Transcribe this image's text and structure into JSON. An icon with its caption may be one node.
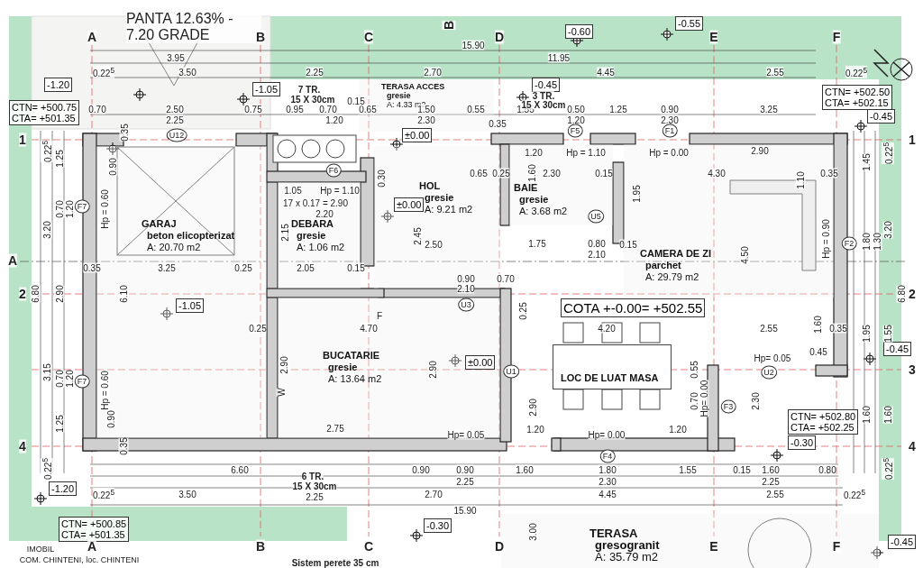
{
  "diagram": {
    "nodes": [
      {
        "text": [
          "TERASA ACCES",
          "gresie",
          "A: 4.33 m2"
        ]
      },
      {
        "text": [
          "GARAJ",
          "beton elicopterizat",
          "A: 20.70 m2"
        ]
      },
      {
        "text": [
          "DEBARA",
          "gresie",
          "A: 1.06 m2"
        ]
      },
      {
        "text": [
          "HOL",
          "gresie",
          "A: 9.21 m2"
        ]
      },
      {
        "text": [
          "BAIE",
          "gresie",
          "A: 3.68 m2"
        ]
      },
      {
        "text": [
          "CAMERA DE ZI",
          "parchet",
          "A: 29.79 m2"
        ]
      },
      {
        "text": [
          "BUCATARIE",
          "gresie",
          "A: 13.64 m2"
        ]
      },
      {
        "text": [
          "LOC DE LUAT MASA"
        ]
      },
      {
        "text": [
          "TERASA",
          "gresogranit",
          "A: 35.79 m2"
        ]
      },
      {
        "text": [
          "COTA +-0.00= +502.55"
        ]
      },
      {
        "text": [
          "CTN= +500.75",
          "CTA= +501.35"
        ]
      },
      {
        "text": [
          "CTN= +502.50",
          "CTA= +502.15"
        ]
      },
      {
        "text": [
          "CTN= +502.80",
          "CTA= +502.25"
        ]
      },
      {
        "text": [
          "CTN= +500.85",
          "CTA= +501.35"
        ]
      },
      {
        "text": [
          "-1.20"
        ]
      },
      {
        "text": [
          "-1.05"
        ]
      },
      {
        "text": [
          "±0.00"
        ]
      },
      {
        "text": [
          "±0.00"
        ],
        "in": 3
      },
      {
        "text": [
          "-0.60"
        ]
      },
      {
        "text": [
          "-0.55"
        ]
      },
      {
        "text": [
          "-0.45"
        ]
      },
      {
        "text": [
          "-0.45"
        ]
      },
      {
        "text": [
          "±0.00"
        ],
        "in": 6
      },
      {
        "text": [
          "-1.05"
        ],
        "in": 1
      },
      {
        "text": [
          "-1.20"
        ]
      },
      {
        "text": [
          "-0.30"
        ]
      },
      {
        "text": [
          "-0.30"
        ]
      },
      {
        "text": [
          "-0.45"
        ]
      },
      {
        "text": [
          "-0.45"
        ]
      }
    ],
    "labels": [
      "PANTA 12.63% - 7.20 GRADE",
      "A",
      "B",
      "C",
      "D",
      "E",
      "F",
      "1",
      "2",
      "4",
      "1",
      "2",
      "3",
      "4",
      "A",
      "B",
      "C",
      "D",
      "E",
      "F",
      "A",
      "B",
      "15.90",
      "3.95",
      "11.95",
      "0.22$^{5}$",
      "3.50",
      "2.25",
      "2.70",
      "4.45",
      "2.55",
      "0.22$^{5}$",
      "0.70",
      "2.50",
      "0.75",
      "0.95",
      "0.70",
      "0.65",
      "1.50",
      "0.55",
      "1.55",
      "0.50",
      "1.25",
      "0.90",
      "3.25",
      "2.25",
      "1.20",
      "2.30",
      "0.35",
      "1.20",
      "2.30",
      "7 TR.",
      "15 X 30cm",
      "0.15",
      "3 TR.",
      "15 X 30cm",
      "6 TR.",
      "15 X 30cm",
      "2.25",
      "6.60",
      "0.90",
      "0.90",
      "1.60",
      "1.80",
      "1.55",
      "0.15",
      "1.60",
      "0.80",
      "2.25",
      "2.30",
      "2.25",
      "0.22$^{5}$",
      "3.50",
      "2.70",
      "4.45",
      "2.55",
      "0.22$^{5}$",
      "15.90",
      "0.22$^{5}$",
      "1.25",
      "0.70",
      "1.20",
      "3.20",
      "6.80",
      "2.90",
      "3.15",
      "0.70",
      "1.20",
      "1.25",
      "0.22$^{5}$",
      "1.45",
      "0.22$^{5}$",
      "1.80",
      "1.30",
      "3.20",
      "6.80",
      "1.95",
      "1.55",
      "1.60",
      "1.60",
      "0.22$^{5}$",
      "0.35",
      "0.90",
      "Hp = 0.60",
      "F7",
      "U12",
      "0.35",
      "3.25",
      "0.25",
      "6.10",
      "Hp = 0.60",
      "F7",
      "0.90",
      "0.35",
      "F6",
      "1.05",
      "Hp = 1.10",
      "17 x 0.17 = 2.90",
      "2.20",
      "2.15",
      "2.05",
      "0.15",
      "0.30",
      "2.45",
      "2.50",
      "1.20",
      "Hp = 1.10",
      "F5",
      "F1",
      "Hp = 0.00",
      "2.90",
      "0.65",
      "0.25",
      "1.60",
      "2.30",
      "0.15",
      "4.30",
      "1.10",
      "0.35",
      "1.95",
      "U5",
      "1.75",
      "0.80",
      "0.15",
      "2.10",
      "4.50",
      "Hp = 0.90",
      "F2",
      "0.90",
      "0.70",
      "2.10",
      "U3",
      "0.25",
      "0.25",
      "4.70",
      "4.20",
      "2.55",
      "1.60",
      "0.35",
      "0.45",
      "Hp= 0.05",
      "U2",
      "2.90",
      "2.75",
      "2.90",
      "Hp= 0.05",
      "U1",
      "2.90",
      "1.20",
      "Hp= 0.00",
      "1.20",
      "0.55",
      "0.70",
      "Hp= 0.00",
      "F3",
      "2.30",
      "F4",
      "3.00",
      "IMOBIL",
      "COM. CHINTENI, loc. CHINTENI",
      "Sistem perete 35 cm",
      "F",
      "W"
    ]
  }
}
